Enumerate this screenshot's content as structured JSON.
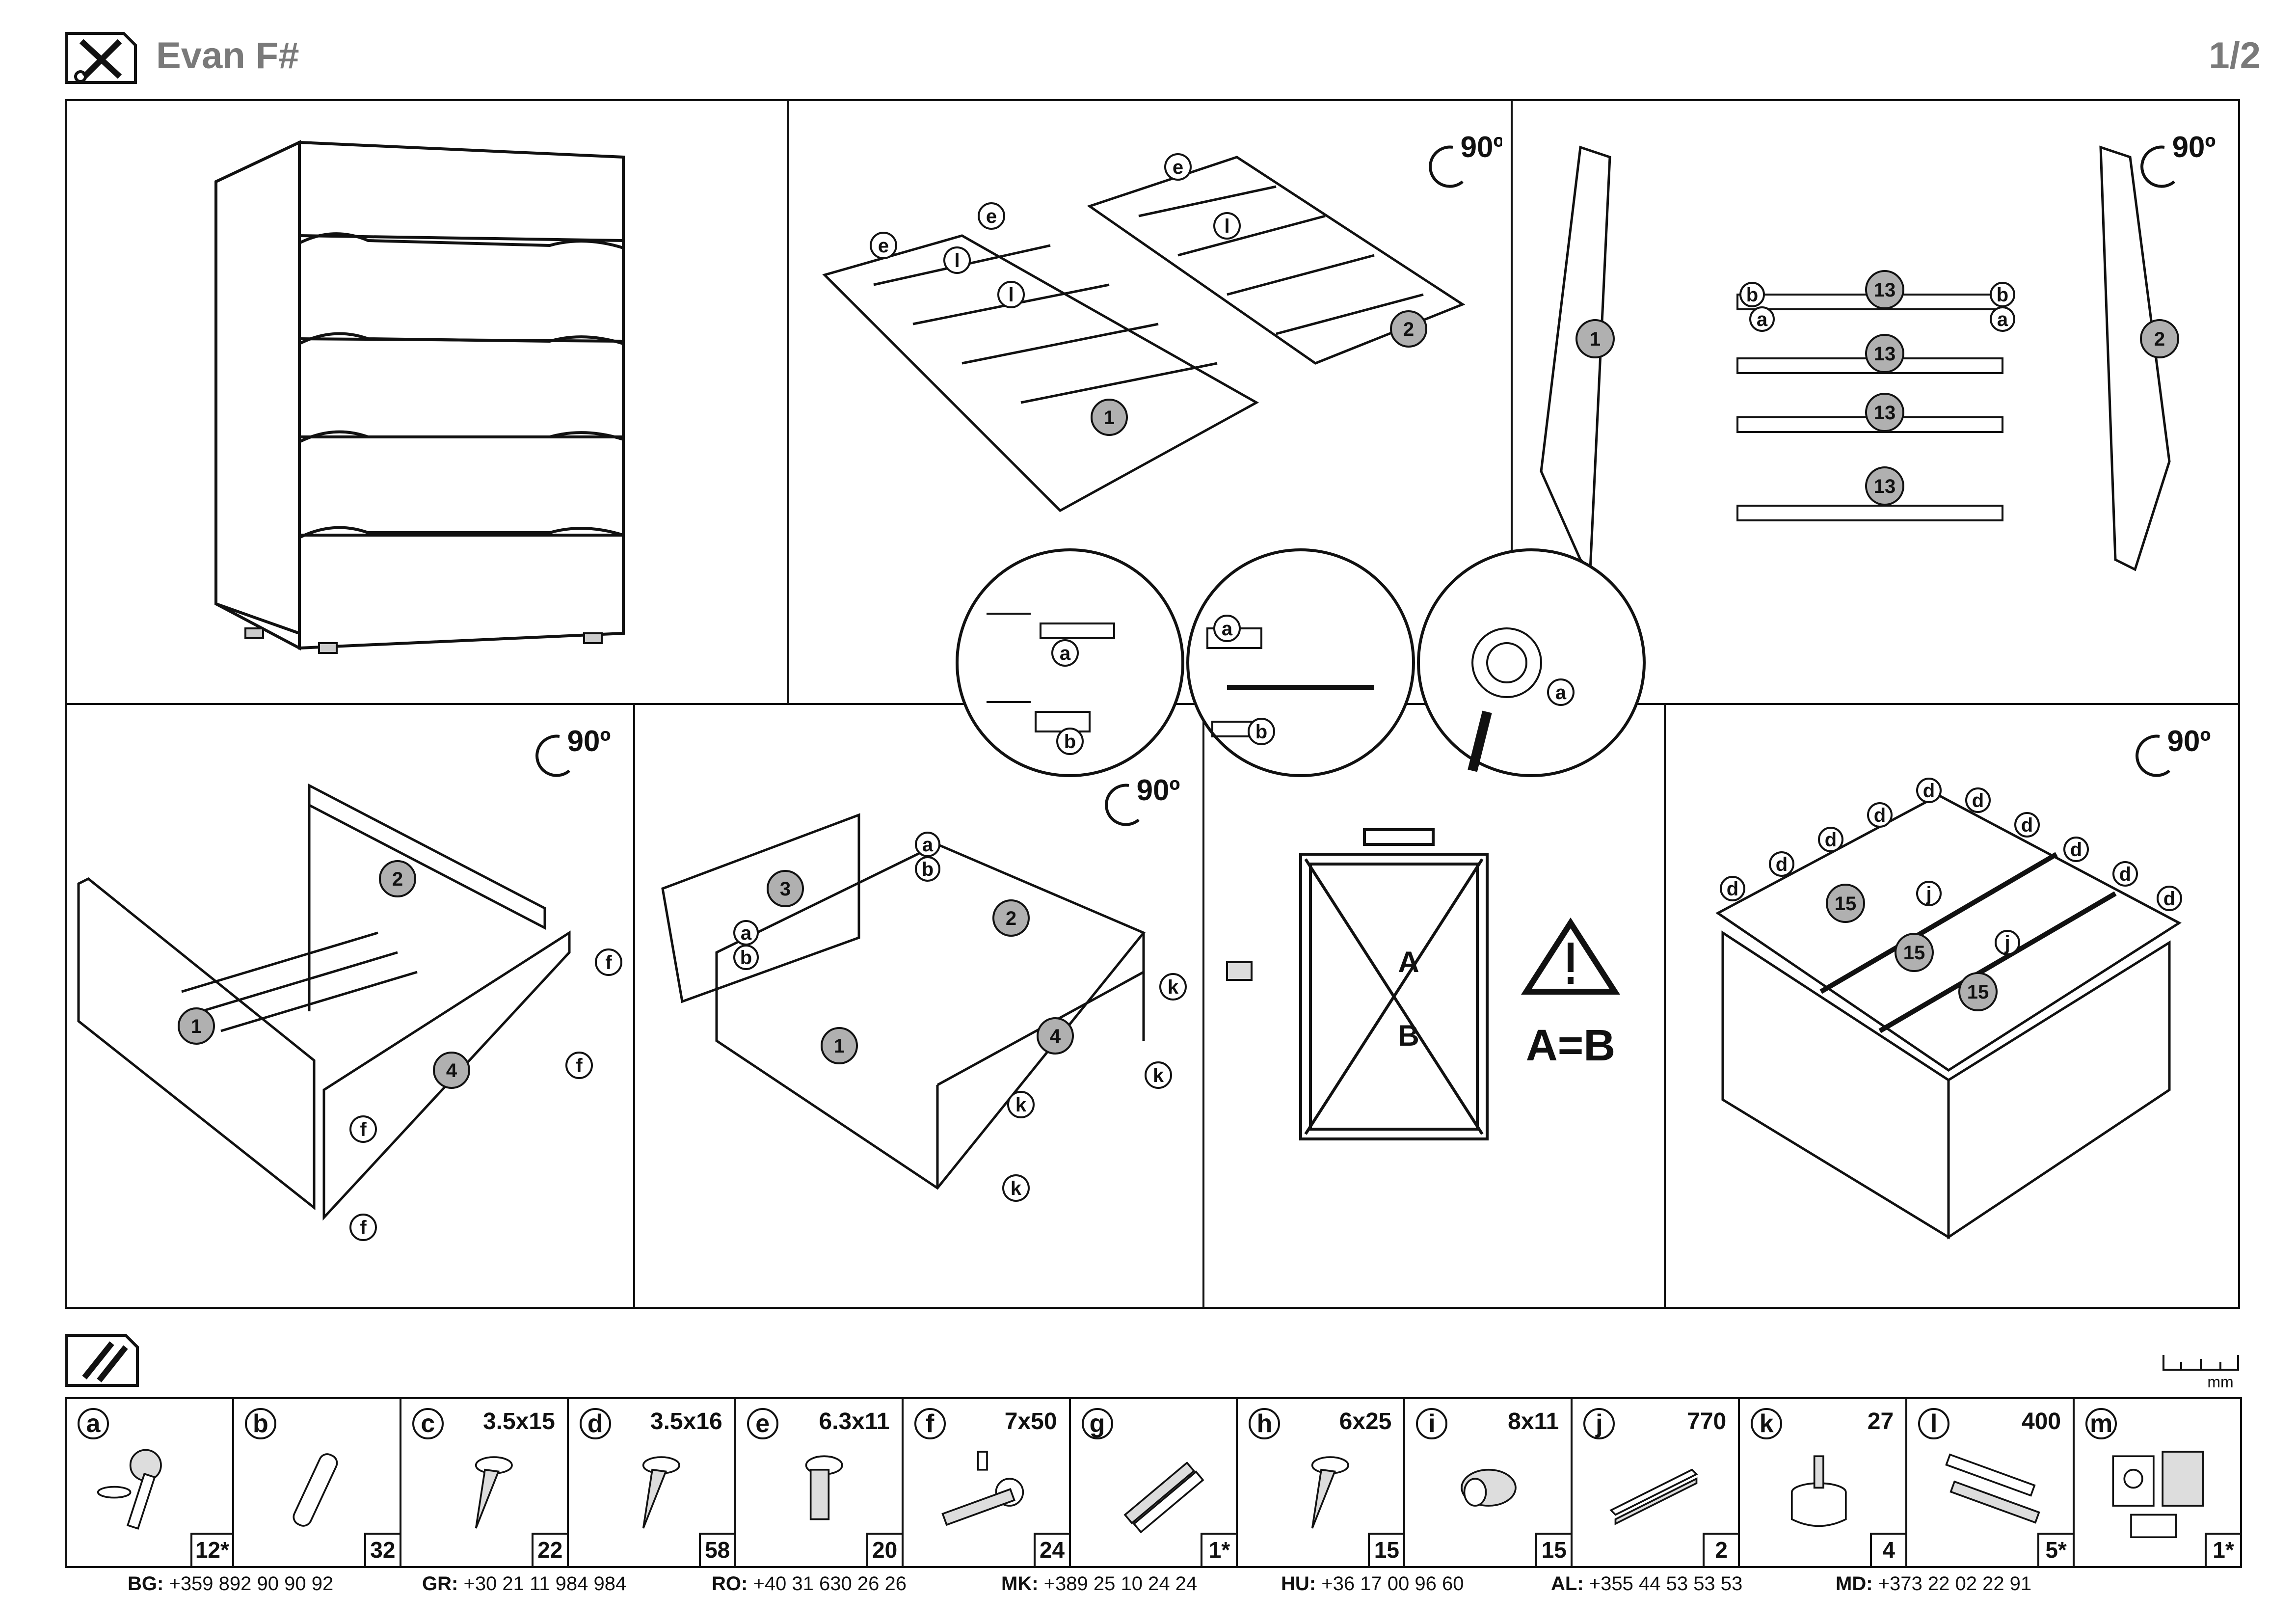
{
  "header": {
    "title": "Evan F#",
    "page": "1/2"
  },
  "rotate_label": "90",
  "steps": {
    "step2": {
      "labels": [
        "e",
        "l",
        "1",
        "2"
      ]
    },
    "step3": {
      "side_left": "1",
      "side_right": "2",
      "rail": "13",
      "b": "b",
      "a": "a"
    },
    "step4": {
      "p1": "1",
      "p2": "2",
      "p4": "4",
      "f": "f"
    },
    "step5": {
      "p1": "1",
      "p2": "2",
      "p3": "3",
      "p4": "4",
      "a": "a",
      "b": "b",
      "k": "k"
    },
    "step6": {
      "A": "A",
      "B": "B",
      "equation": "A=B"
    },
    "step7": {
      "panel": "15",
      "d": "d",
      "j": "j"
    },
    "zoom": {
      "a": "a",
      "b": "b"
    }
  },
  "ruler_unit": "mm",
  "parts": [
    {
      "letter": "a",
      "size": "",
      "qty": "12*",
      "icon": "cam-lock-icon"
    },
    {
      "letter": "b",
      "size": "",
      "qty": "32",
      "icon": "dowel-icon"
    },
    {
      "letter": "c",
      "size": "3.5x15",
      "qty": "22",
      "icon": "screw-icon"
    },
    {
      "letter": "d",
      "size": "3.5x16",
      "qty": "58",
      "icon": "screw-icon"
    },
    {
      "letter": "e",
      "size": "6.3x11",
      "qty": "20",
      "icon": "euro-screw-icon"
    },
    {
      "letter": "f",
      "size": "7x50",
      "qty": "24",
      "icon": "confirmat-icon"
    },
    {
      "letter": "g",
      "size": "",
      "qty": "1*",
      "icon": "anchor-icon"
    },
    {
      "letter": "h",
      "size": "6x25",
      "qty": "15",
      "icon": "screw-icon"
    },
    {
      "letter": "i",
      "size": "8x11",
      "qty": "15",
      "icon": "insert-nut-icon"
    },
    {
      "letter": "j",
      "size": "770",
      "qty": "2",
      "icon": "profile-icon"
    },
    {
      "letter": "k",
      "size": "27",
      "qty": "4",
      "icon": "foot-icon"
    },
    {
      "letter": "l",
      "size": "400",
      "qty": "5*",
      "icon": "slide-rail-icon"
    },
    {
      "letter": "m",
      "size": "",
      "qty": "1*",
      "icon": "bracket-icon"
    }
  ],
  "contacts": [
    {
      "code": "BG:",
      "phone": "+359 892 90 90 92"
    },
    {
      "code": "GR:",
      "phone": "+30 21 11 984 984"
    },
    {
      "code": "RO:",
      "phone": "+40 31 630 26 26"
    },
    {
      "code": "MK:",
      "phone": "+389 25 10 24 24"
    },
    {
      "code": "HU:",
      "phone": "+36 17 00 96 60"
    },
    {
      "code": "AL:",
      "phone": "+355 44 53 53 53"
    },
    {
      "code": "MD:",
      "phone": "+373 22 02 22 91"
    }
  ]
}
